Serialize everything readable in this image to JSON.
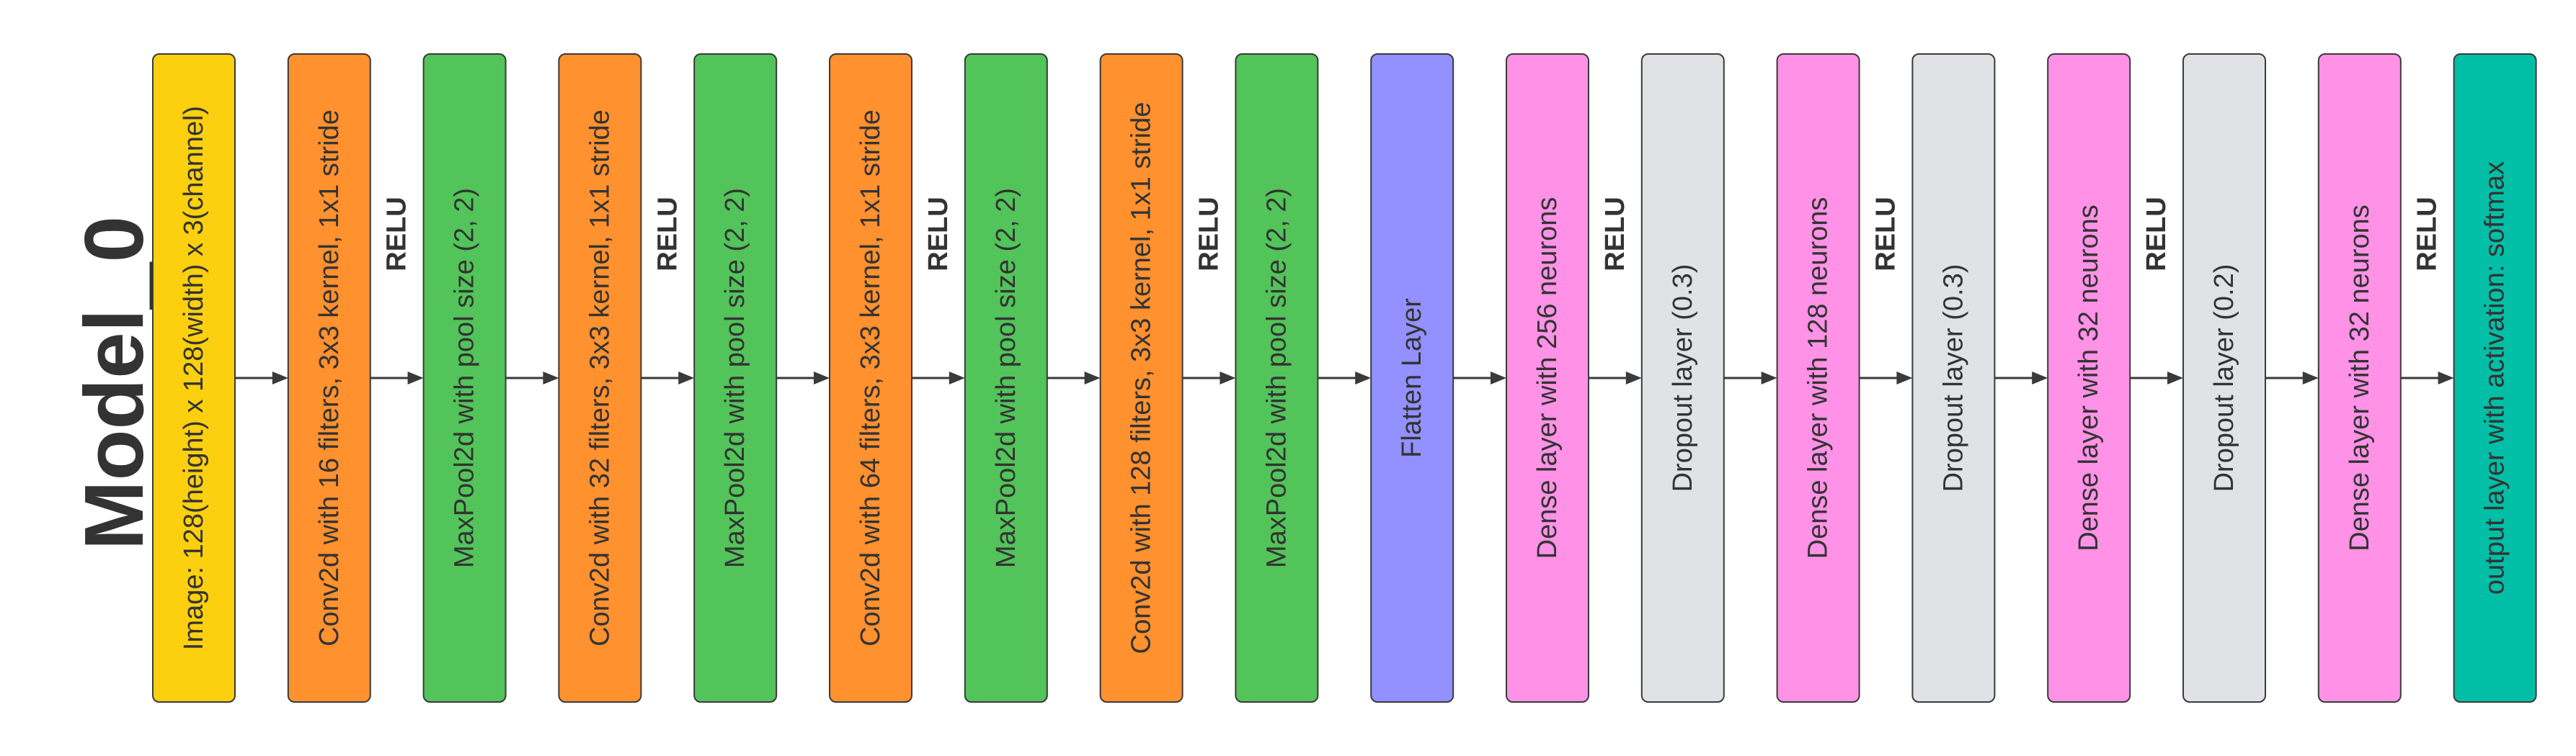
{
  "title": "Model_0",
  "colors": {
    "input": "#FCD00F",
    "conv": "#FF912F",
    "pool": "#52C45A",
    "flatten": "#9291FF",
    "dense": "#FF92E6",
    "dropout": "#E0E2E5",
    "output": "#00BFA6",
    "stroke": "#3a3a3a",
    "text": "#333333"
  },
  "blocks": [
    {
      "label": "Image: 128(height) x 128(width)  x 3(channel)",
      "kind": "input"
    },
    {
      "label": "Conv2d with 16 filters, 3x3 kernel, 1x1 stride",
      "kind": "conv"
    },
    {
      "label": "MaxPool2d with pool size (2, 2)",
      "kind": "pool"
    },
    {
      "label": "Conv2d with 32 filters, 3x3 kernel, 1x1 stride",
      "kind": "conv"
    },
    {
      "label": "MaxPool2d with pool size (2, 2)",
      "kind": "pool"
    },
    {
      "label": "Conv2d with 64 filters, 3x3 kernel, 1x1 stride",
      "kind": "conv"
    },
    {
      "label": "MaxPool2d with pool size (2, 2)",
      "kind": "pool"
    },
    {
      "label": "Conv2d with 128 filters, 3x3 kernel, 1x1 stride",
      "kind": "conv"
    },
    {
      "label": "MaxPool2d with pool size (2, 2)",
      "kind": "pool"
    },
    {
      "label": "Flatten Layer",
      "kind": "flatten"
    },
    {
      "label": "Dense layer with 256 neurons",
      "kind": "dense"
    },
    {
      "label": "Dropout layer (0.3)",
      "kind": "dropout"
    },
    {
      "label": "Dense layer with 128 neurons",
      "kind": "dense"
    },
    {
      "label": "Dropout layer (0.3)",
      "kind": "dropout"
    },
    {
      "label": "Dense layer with 32 neurons",
      "kind": "dense"
    },
    {
      "label": "Dropout layer (0.2)",
      "kind": "dropout"
    },
    {
      "label": "Dense layer with 32 neurons",
      "kind": "dense"
    },
    {
      "label": "output layer with activation: softmax",
      "kind": "output"
    }
  ],
  "activations": [
    {
      "after_block": 1,
      "label": "RELU"
    },
    {
      "after_block": 3,
      "label": "RELU"
    },
    {
      "after_block": 5,
      "label": "RELU"
    },
    {
      "after_block": 7,
      "label": "RELU"
    },
    {
      "after_block": 10,
      "label": "RELU"
    },
    {
      "after_block": 12,
      "label": "RELU"
    },
    {
      "after_block": 14,
      "label": "RELU"
    },
    {
      "after_block": 16,
      "label": "RELU"
    }
  ]
}
